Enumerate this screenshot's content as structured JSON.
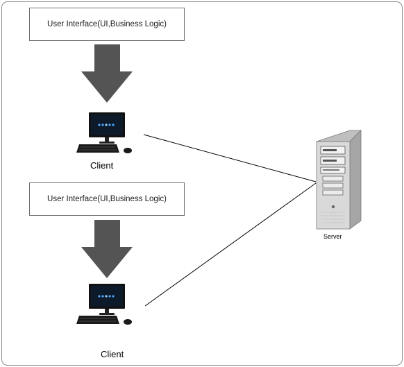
{
  "boxes": [
    {
      "label": "User Interface(UI,Business Logic)"
    },
    {
      "label": "User Interface(UI,Business Logic)"
    }
  ],
  "clients": [
    {
      "label": "Client"
    },
    {
      "label": "Client"
    }
  ],
  "server": {
    "label": "Server"
  },
  "colors": {
    "arrow": "#545454",
    "box_border": "#6e6e6e",
    "frame_border": "#8c8c8c",
    "connector": "#000000",
    "server_body": "#d9d9d9",
    "server_side": "#a6a6a6",
    "monitor": "#111111"
  }
}
